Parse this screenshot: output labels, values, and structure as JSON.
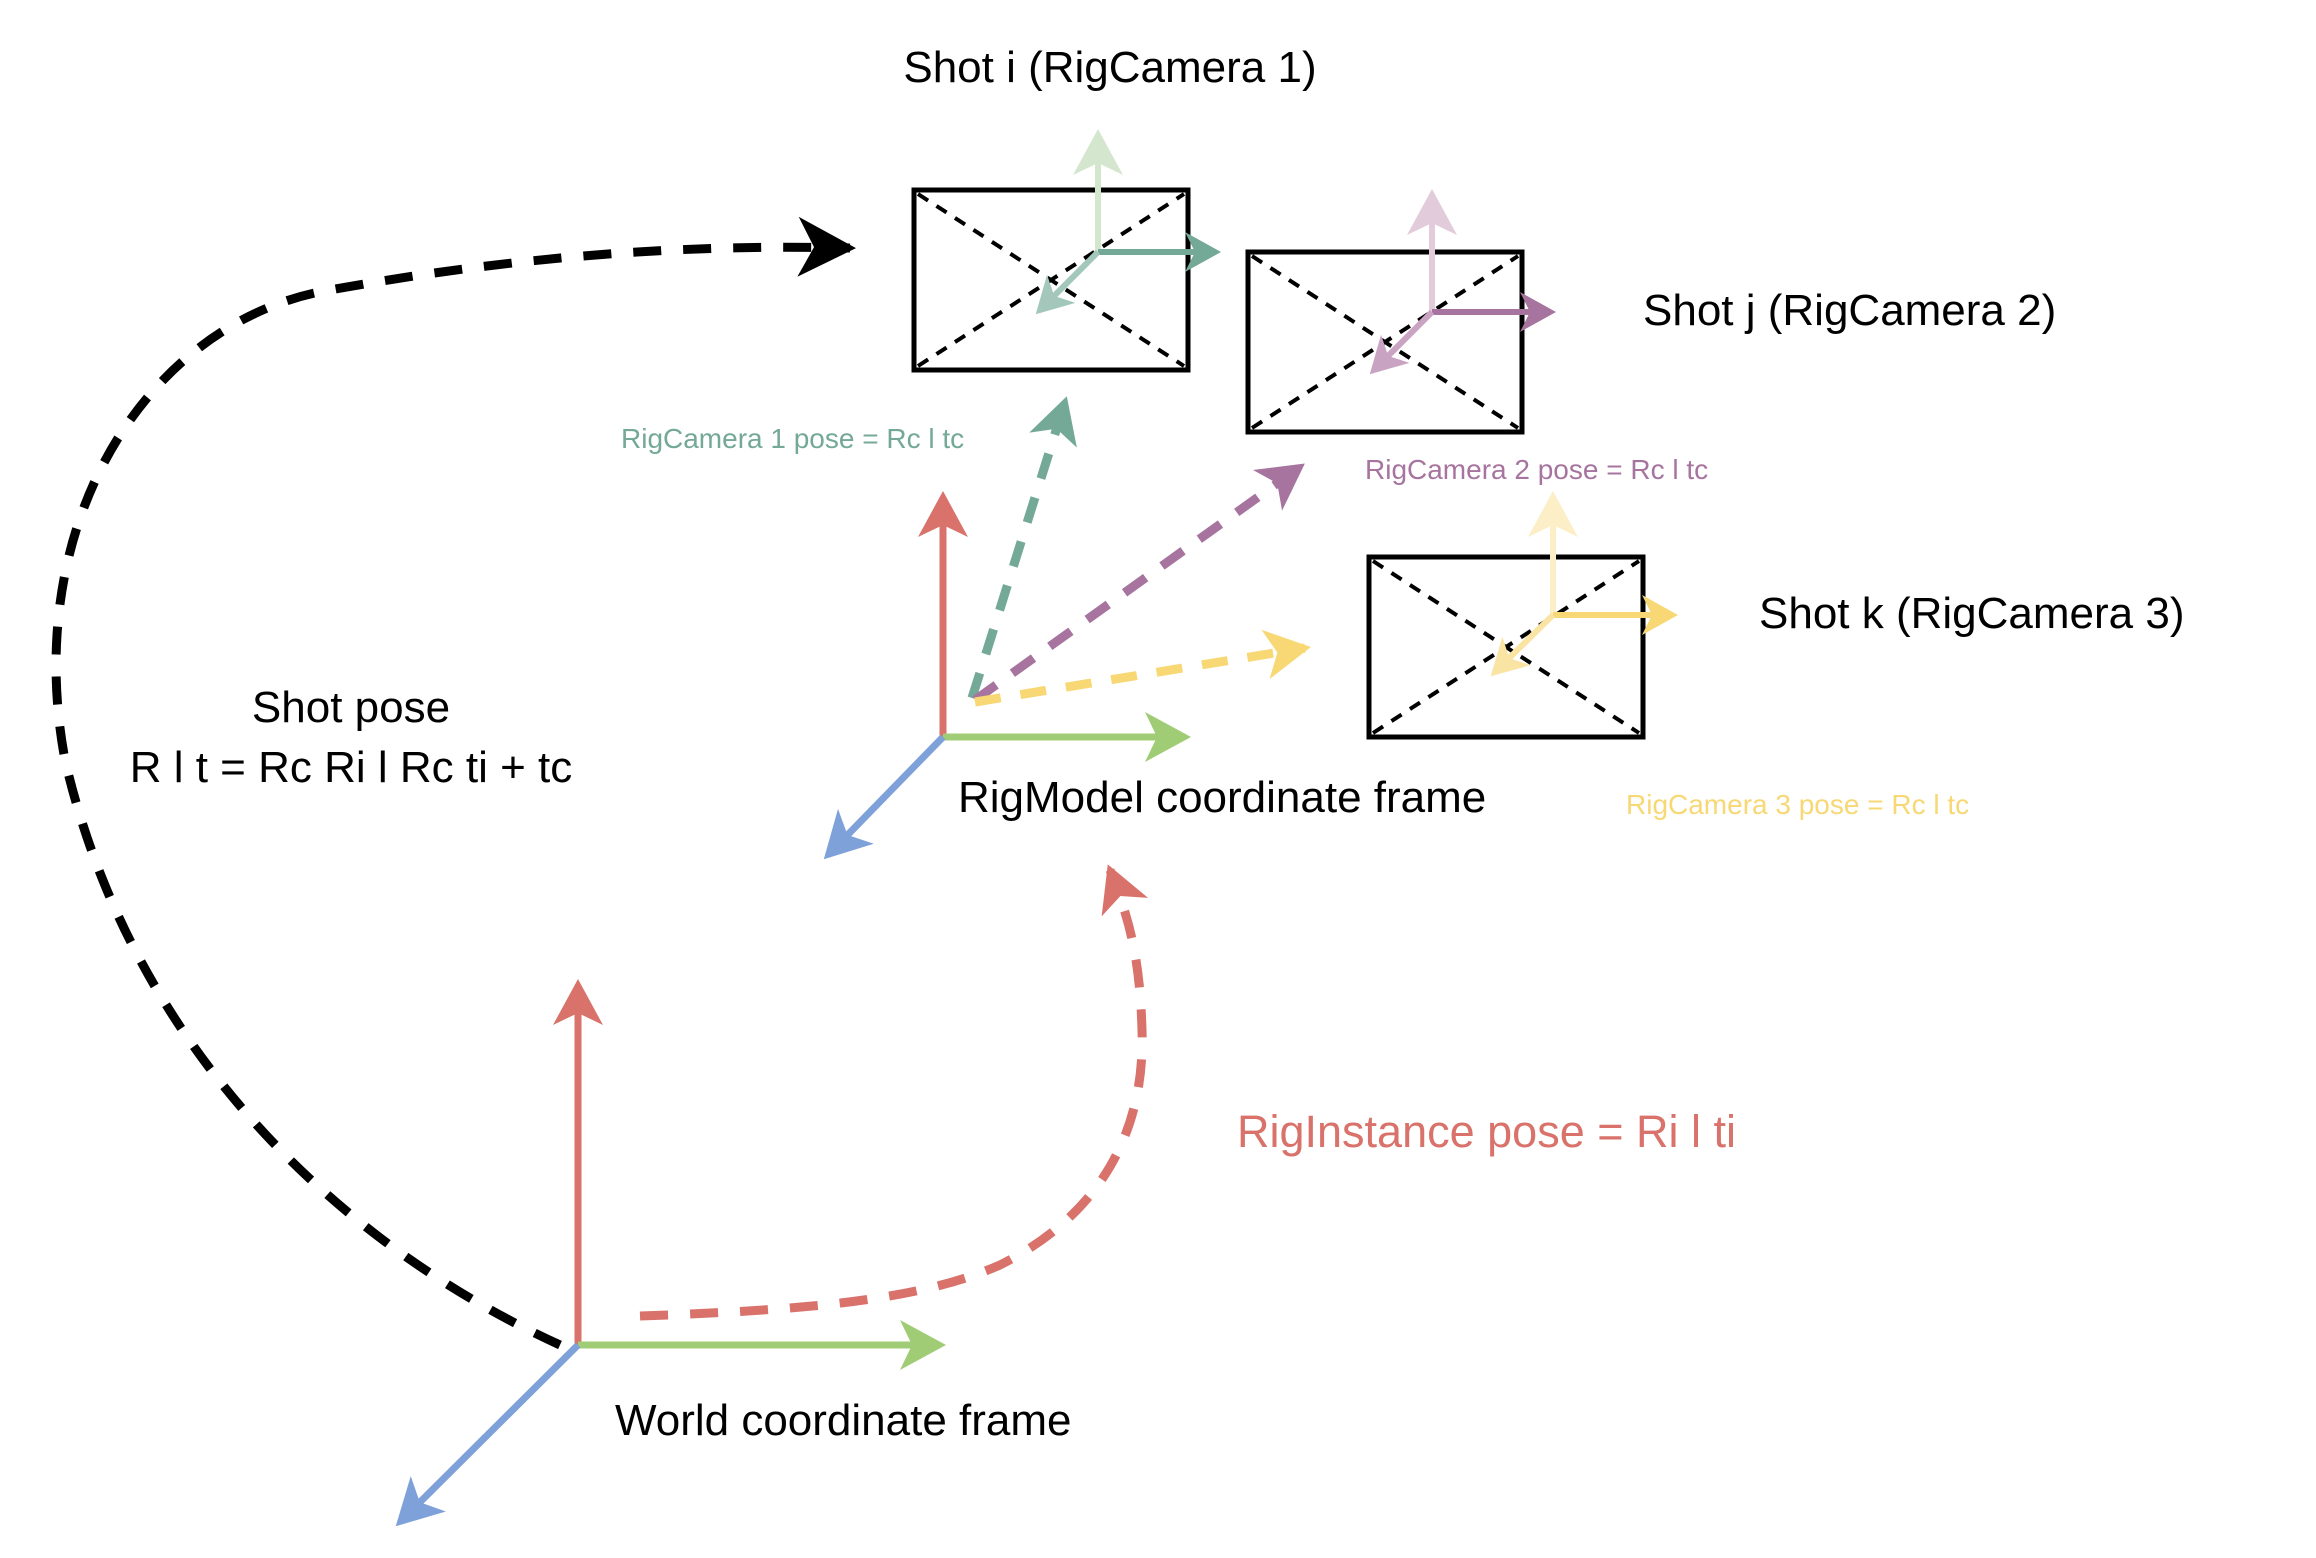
{
  "colors": {
    "black": "#000000",
    "red": "#d9726a",
    "green": "#9fcc74",
    "blue": "#7fa1d9",
    "teal": "#74a897",
    "purple": "#a6749f",
    "yellow": "#f7d874",
    "teal_light": "#d5e6cf",
    "purple_light": "#e2ccdb",
    "yellow_light": "#fcefc8"
  },
  "labels": {
    "shot_i": "Shot i (RigCamera 1)",
    "shot_j": "Shot j (RigCamera 2)",
    "shot_k": "Shot k (RigCamera 3)",
    "rigcamera1_pose": "RigCamera 1 pose = Rc l tc",
    "rigcamera2_pose": "RigCamera 2 pose = Rc l tc",
    "rigcamera3_pose": "RigCamera 3 pose = Rc l tc",
    "shot_pose_title": "Shot pose",
    "shot_pose_formula": "R l t = Rc Ri l Rc ti + tc",
    "rigmodel_frame": "RigModel coordinate frame",
    "riginstance_pose": "RigInstance pose = Ri l ti",
    "world_frame": "World coordinate frame"
  }
}
